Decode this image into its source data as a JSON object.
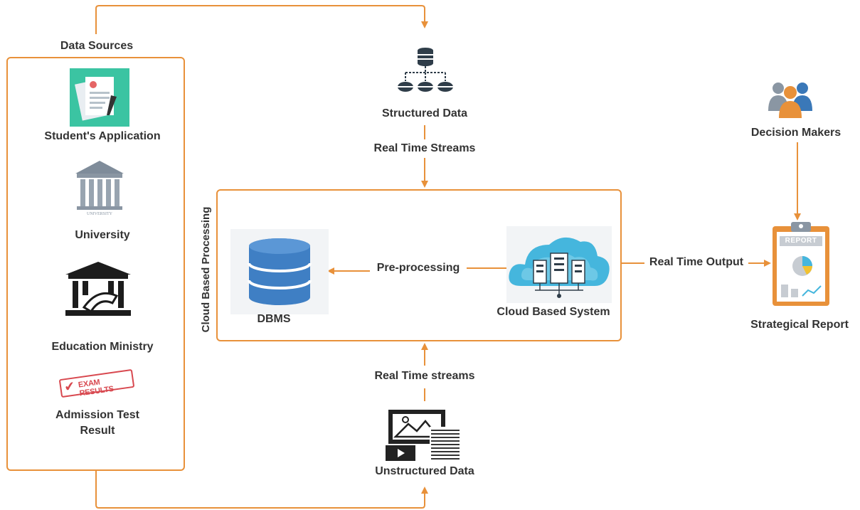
{
  "colors": {
    "accent": "#e8913a",
    "db_blue": "#3f7fc4",
    "cloud_blue": "#45b6dd",
    "teal": "#3bbfa0",
    "dark": "#222222"
  },
  "data_sources": {
    "title": "Data Sources",
    "items": [
      {
        "label": "Student's Application",
        "icon": "application-form-icon"
      },
      {
        "label": "University",
        "icon": "university-building-icon"
      },
      {
        "label": "Education Ministry",
        "icon": "ministry-building-icon"
      },
      {
        "label": "Admission Test Result",
        "icon": "exam-results-stamp-icon",
        "stamp_text": "EXAM RESULTS"
      }
    ]
  },
  "structured": {
    "label": "Structured Data",
    "icon": "structured-database-icon",
    "stream_label": "Real Time Streams"
  },
  "unstructured": {
    "label": "Unstructured Data",
    "icon": "unstructured-media-icon",
    "stream_label": "Real Time streams"
  },
  "processing": {
    "title": "Cloud Based Processing",
    "dbms_label": "DBMS",
    "cloud_label": "Cloud Based System",
    "preprocess_label": "Pre-processing"
  },
  "output": {
    "label": "Real Time Output",
    "report_label": "Strategical Report",
    "report_icon_text": "REPORT",
    "decision_label": "Decision Makers"
  }
}
